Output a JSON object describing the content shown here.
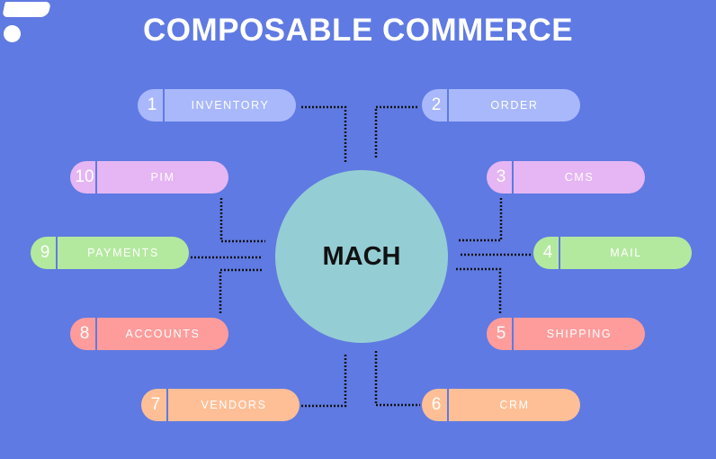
{
  "title": "COMPOSABLE COMMERCE",
  "center": "MACH",
  "colors": {
    "background": "#5f7ae2",
    "circle": "#95cdd4"
  },
  "items": [
    {
      "num": "1",
      "label": "INVENTORY",
      "color": "#a9b8fb"
    },
    {
      "num": "2",
      "label": "ORDER",
      "color": "#a9b8fb"
    },
    {
      "num": "3",
      "label": "CMS",
      "color": "#e5b6f3"
    },
    {
      "num": "4",
      "label": "MAIL",
      "color": "#b3e99e"
    },
    {
      "num": "5",
      "label": "SHIPPING",
      "color": "#fe9c9c"
    },
    {
      "num": "6",
      "label": "CRM",
      "color": "#ffbf96"
    },
    {
      "num": "7",
      "label": "VENDORS",
      "color": "#ffbf96"
    },
    {
      "num": "8",
      "label": "ACCOUNTS",
      "color": "#fe9c9c"
    },
    {
      "num": "9",
      "label": "PAYMENTS",
      "color": "#b3e99e"
    },
    {
      "num": "10",
      "label": "PIM",
      "color": "#e5b6f3"
    }
  ]
}
